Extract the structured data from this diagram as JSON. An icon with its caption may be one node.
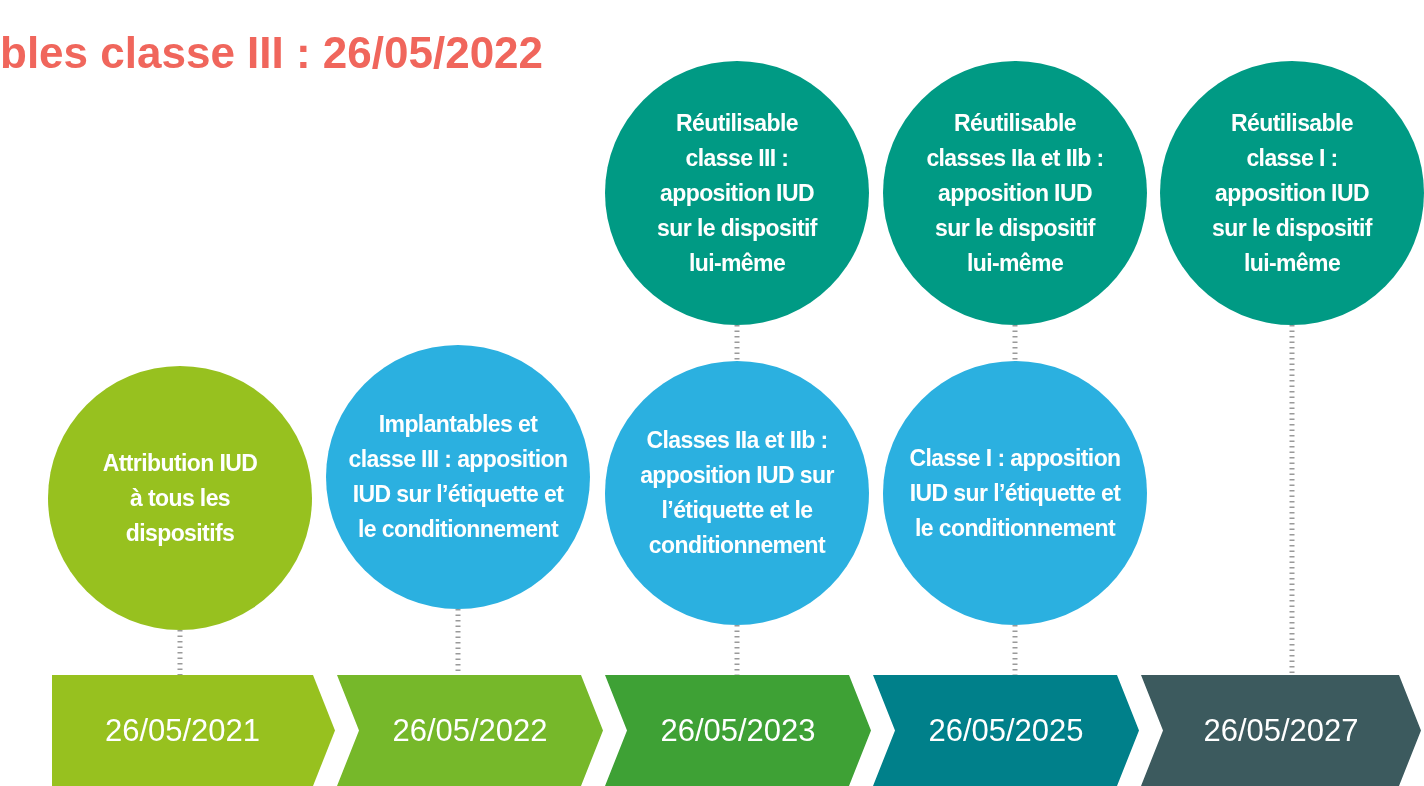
{
  "diagram": {
    "title": "bles classe III : 26/05/2022",
    "nodes": [
      {
        "text": [
          "Réutilisable classe III : apposition IUD sur le dispositif lui-même"
        ]
      },
      {
        "text": [
          "Réutilisable classes IIa et IIb : apposition IUD sur le dispositif lui-même"
        ]
      },
      {
        "text": [
          "Réutilisable classe I : apposition IUD sur le dispositif lui-même"
        ]
      },
      {
        "text": [
          "Attribution IUD à tous les dispositifs"
        ]
      },
      {
        "text": [
          "Implantables et classe III : apposition IUD sur l’étiquette et le conditionnement"
        ]
      },
      {
        "text": [
          "Classes IIa et IIb : apposition IUD sur l’étiquette et le conditionnement"
        ]
      },
      {
        "text": [
          "Classe I : apposition IUD sur l’étiquette et le conditionnement"
        ]
      },
      {
        "text": [
          "26/05/2021"
        ]
      },
      {
        "text": [
          "26/05/2022"
        ]
      },
      {
        "text": [
          "26/05/2023"
        ]
      },
      {
        "text": [
          "26/05/2025"
        ]
      },
      {
        "text": [
          "26/05/2027"
        ]
      }
    ],
    "edges": [
      {
        "from": 0,
        "to": 5,
        "arrow": "none",
        "style": "dashed"
      },
      {
        "from": 1,
        "to": 6,
        "arrow": "none",
        "style": "dashed"
      },
      {
        "from": 2,
        "to": 11,
        "arrow": "none",
        "style": "dashed"
      },
      {
        "from": 3,
        "to": 7,
        "arrow": "none",
        "style": "dashed"
      },
      {
        "from": 4,
        "to": 8,
        "arrow": "none",
        "style": "dashed"
      },
      {
        "from": 5,
        "to": 9,
        "arrow": "none",
        "style": "dashed"
      },
      {
        "from": 6,
        "to": 10,
        "arrow": "none",
        "style": "dashed"
      }
    ]
  }
}
